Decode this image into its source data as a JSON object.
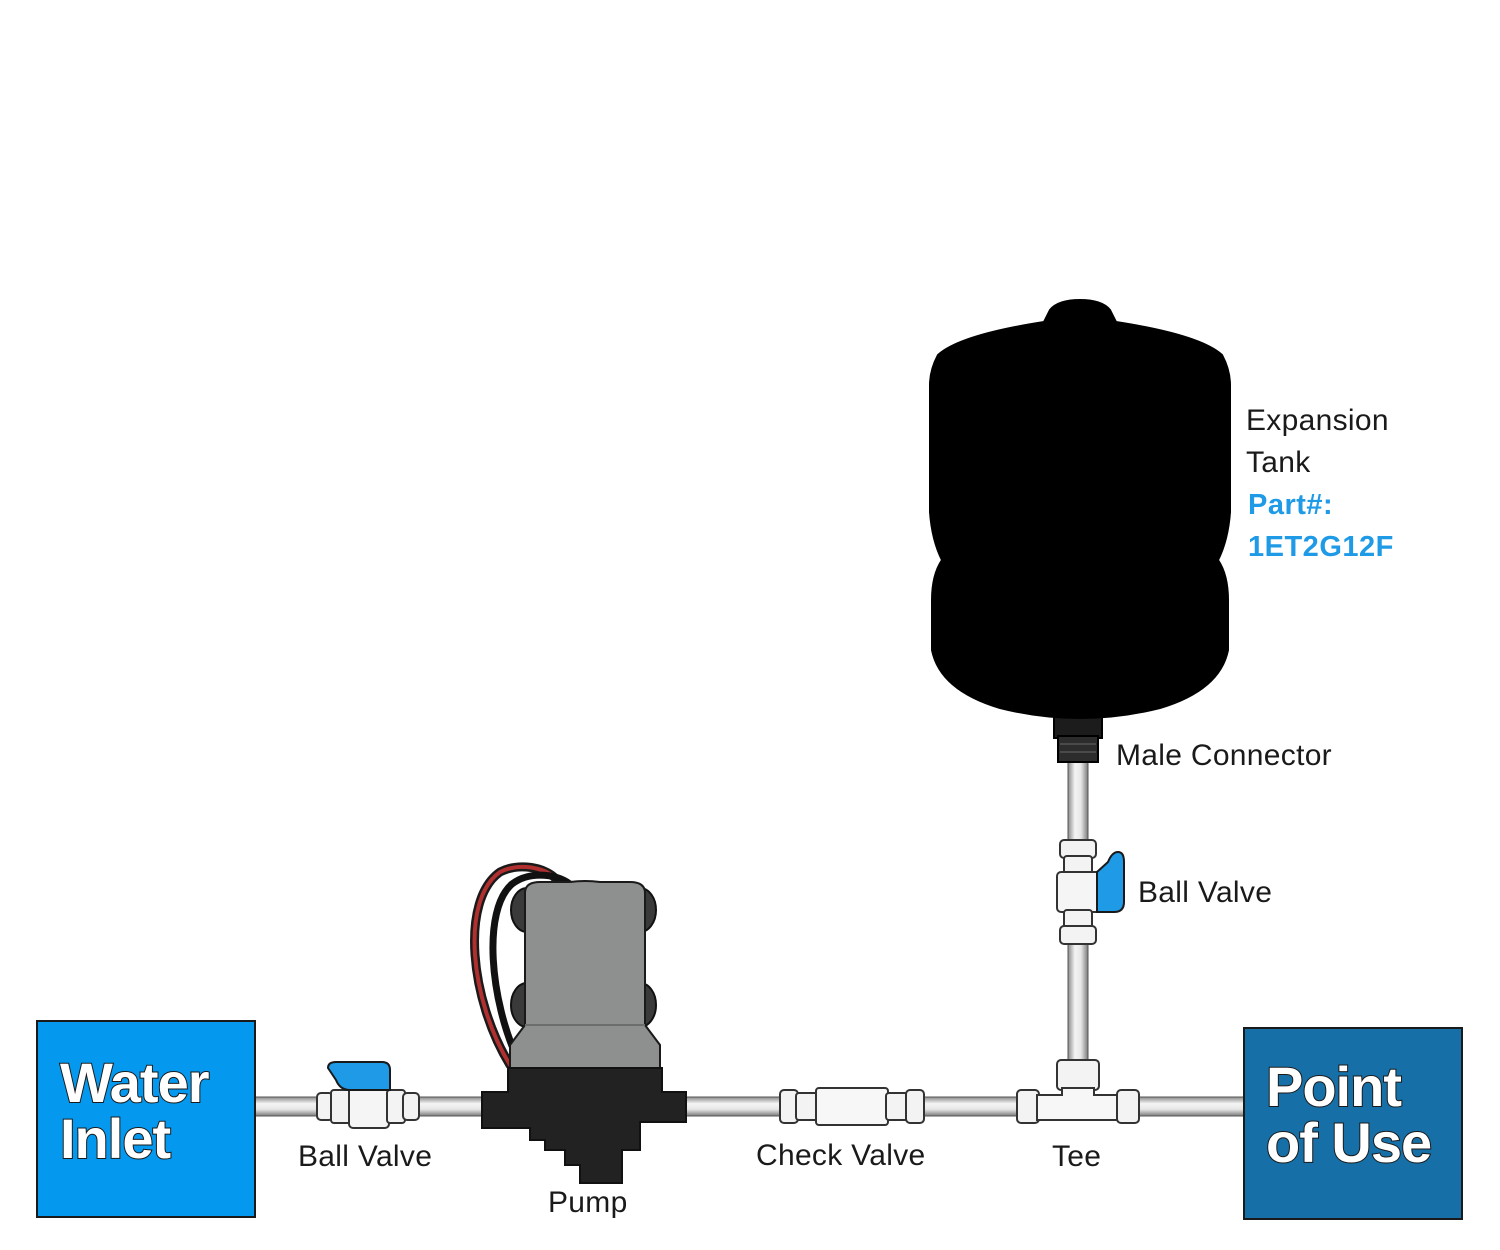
{
  "colors": {
    "inlet_box": "#0499ee",
    "outlet_box": "#166fa6",
    "accent_blue": "#1e9ae6",
    "tank": "#000000",
    "pump_body": "#8e908f",
    "pump_base": "#222222",
    "tube": "#c8c8c8",
    "fitting": "#f2f2f2"
  },
  "boxes": {
    "water_inlet": "Water\nInlet",
    "point_of_use": "Point\nof Use"
  },
  "labels": {
    "ball_valve_inlet": "Ball Valve",
    "pump": "Pump",
    "check_valve": "Check Valve",
    "tee": "Tee",
    "ball_valve_tank": "Ball Valve",
    "male_connector": "Male Connector",
    "expansion_tank": "Expansion",
    "expansion_tank_2": "Tank",
    "part_label": "Part#:",
    "part_number": "1ET2G12F"
  },
  "icons": [
    "water-inlet-box",
    "ball-valve-icon",
    "pump-icon",
    "check-valve-icon",
    "tee-fitting-icon",
    "expansion-tank-icon",
    "male-connector-icon",
    "point-of-use-box"
  ]
}
